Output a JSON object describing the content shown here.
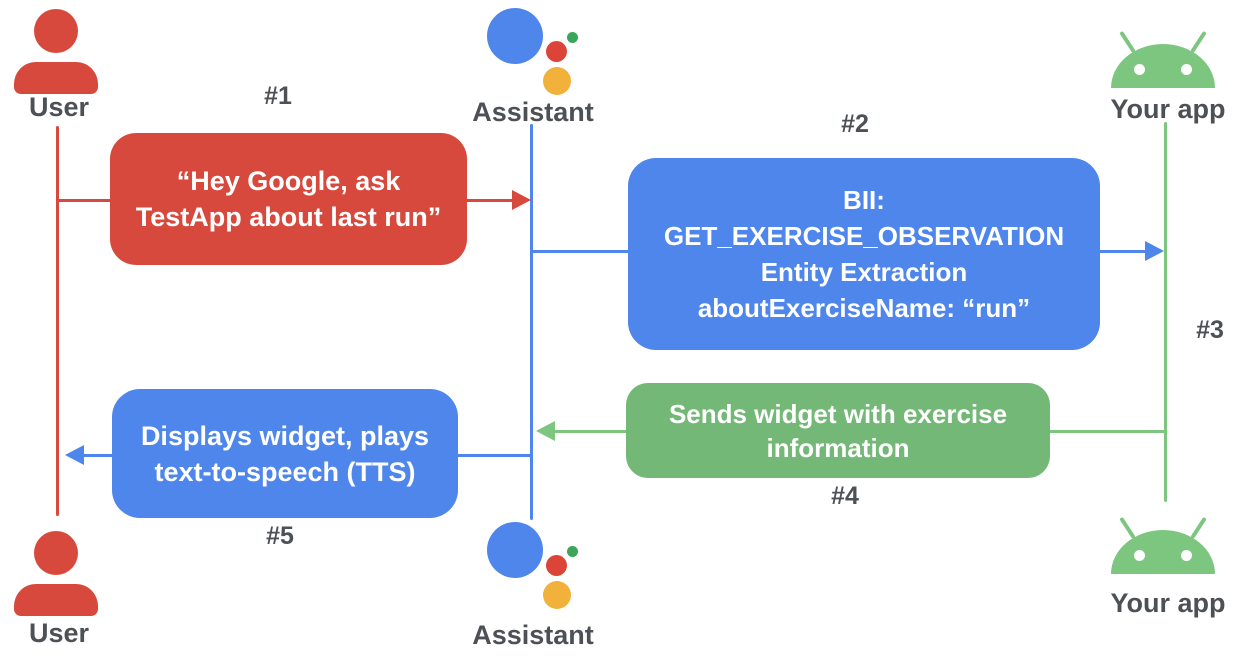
{
  "diagram": {
    "type": "sequence-diagram",
    "topic": "Google Assistant App Action flow",
    "colors": {
      "user_red": "#d6493c",
      "assistant_blue": "#4e86ec",
      "app_green_line": "#7cc67f",
      "message_green_box": "#74b877",
      "assistant_logo_red": "#db4437",
      "assistant_logo_yellow": "#f2b13a",
      "assistant_logo_green": "#3ba55a",
      "label_gray": "#4d5156",
      "box_text": "#ffffff"
    },
    "icons": {
      "user": "person-icon",
      "assistant": "google-assistant-icon",
      "app": "android-icon"
    },
    "actors": {
      "user_top": "User",
      "assistant_top": "Assistant",
      "app_top": "Your app",
      "user_bottom": "User",
      "assistant_bottom": "Assistant",
      "app_bottom": "Your app"
    },
    "steps": {
      "s1": {
        "label": "#1",
        "from": "User",
        "to": "Assistant",
        "lines": [
          "“Hey Google, ask",
          "TestApp about last run”"
        ]
      },
      "s2": {
        "label": "#2",
        "from": "Assistant",
        "to": "Your app",
        "lines": [
          "BII:",
          "GET_EXERCISE_OBSERVATION",
          "Entity Extraction",
          "aboutExerciseName: “run”"
        ]
      },
      "s3": {
        "label": "#3"
      },
      "s4": {
        "label": "#4",
        "from": "Your app",
        "to": "Assistant",
        "lines": [
          "Sends widget with exercise",
          "information"
        ]
      },
      "s5": {
        "label": "#5",
        "from": "Assistant",
        "to": "User",
        "lines": [
          "Displays widget, plays",
          "text-to-speech (TTS)"
        ]
      }
    }
  }
}
